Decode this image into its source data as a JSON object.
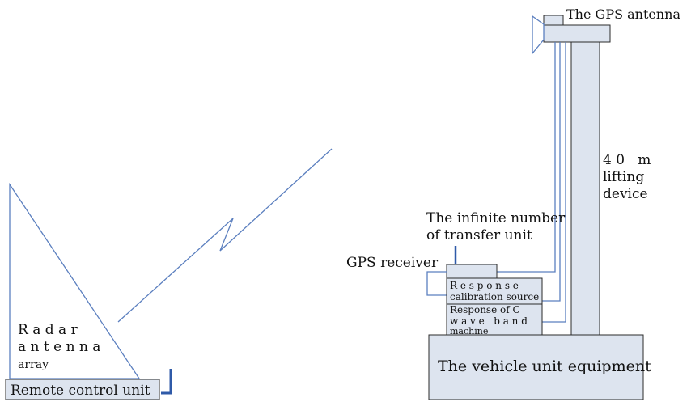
{
  "colors": {
    "line": "#5b7fbf",
    "dark_line": "#2f5aa8",
    "box_fill": "#dde4ef",
    "box_stroke": "#2b2b2b",
    "text": "#111111",
    "background": "#ffffff"
  },
  "labels": {
    "gps_antenna": "The GPS antenna",
    "lifting_line1": "4 0   m",
    "lifting_line2": "lifting",
    "lifting_line3": "device",
    "transfer_line1": "The infinite number",
    "transfer_line2": "of transfer unit",
    "gps_receiver": "GPS receiver",
    "response_cal_line1": "R e s p o n s e",
    "response_cal_line2": "calibration source",
    "response_c_line1": "Response of C",
    "response_c_line2": "w a v e   b a n d",
    "response_c_line3": "machine",
    "vehicle_unit": "The vehicle unit equipment",
    "radar_line1": "R a d a r",
    "radar_line2": "a n t e n n a",
    "radar_line3": "array",
    "remote_control": "Remote control unit"
  }
}
